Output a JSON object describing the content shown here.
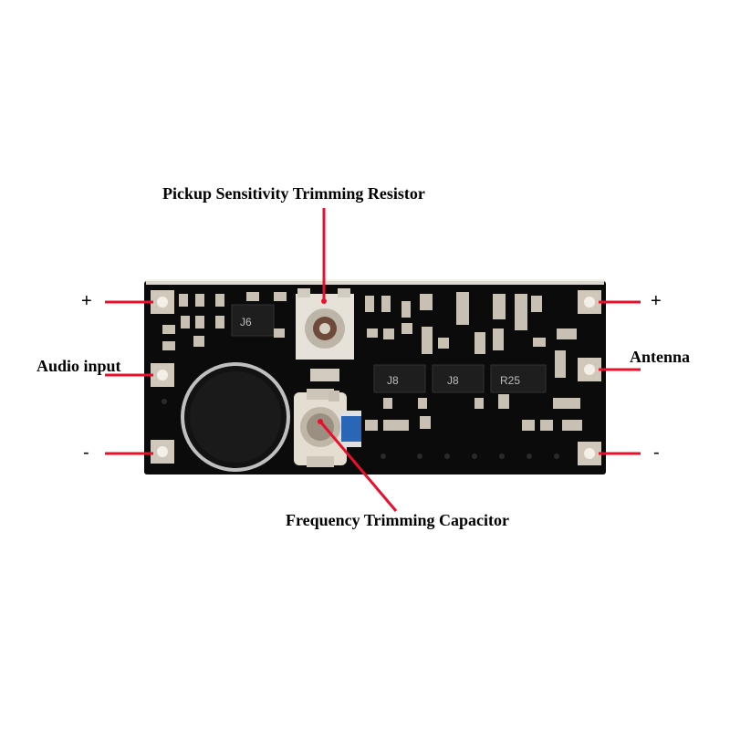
{
  "labels": {
    "top": "Pickup Sensitivity Trimming Resistor",
    "bottom": "Frequency Trimming Capacitor",
    "left_mid": "Audio input",
    "right_mid": "Antenna",
    "left_plus": "+",
    "left_minus": "-",
    "right_plus": "+",
    "right_minus": "-"
  },
  "board": {
    "chip_marks": [
      "J6",
      "J8",
      "J8",
      "R25"
    ]
  },
  "colors": {
    "pointer": "#e8102a",
    "board": "#0b0b0b",
    "pad": "#c9c2b6"
  }
}
